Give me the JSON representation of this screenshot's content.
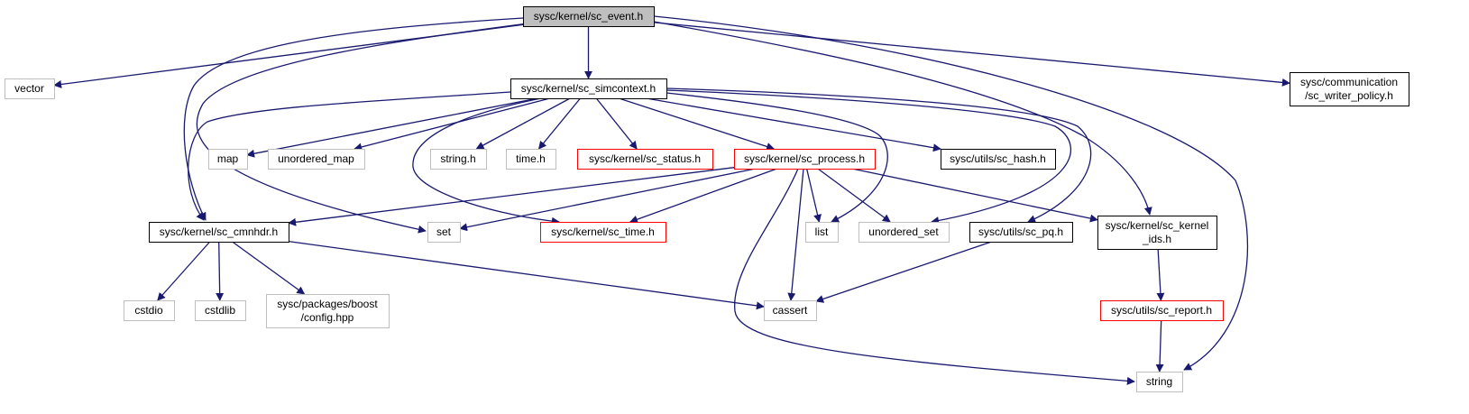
{
  "colors": {
    "edge": "#191970",
    "border_default": "#000000",
    "border_external": "#bfbfbf",
    "border_incomplete": "#ff0000",
    "fill_root": "#bfbfbf",
    "fill_default": "#ffffff"
  },
  "nodes": {
    "root": {
      "label": "sysc/kernel/sc_event.h",
      "kind": "root"
    },
    "vector": {
      "label": "vector",
      "kind": "external"
    },
    "simcontext": {
      "label": "sysc/kernel/sc_simcontext.h",
      "kind": "documented"
    },
    "writer_policy": {
      "lines": [
        "sysc/communication",
        "/sc_writer_policy.h"
      ],
      "kind": "documented"
    },
    "map": {
      "label": "map",
      "kind": "external"
    },
    "unordered_map": {
      "label": "unordered_map",
      "kind": "external"
    },
    "string_h": {
      "label": "string.h",
      "kind": "external"
    },
    "time_h": {
      "label": "time.h",
      "kind": "external"
    },
    "sc_status": {
      "label": "sysc/kernel/sc_status.h",
      "kind": "incomplete"
    },
    "sc_process": {
      "label": "sysc/kernel/sc_process.h",
      "kind": "incomplete"
    },
    "sc_hash": {
      "label": "sysc/utils/sc_hash.h",
      "kind": "documented"
    },
    "sc_cmnhdr": {
      "label": "sysc/kernel/sc_cmnhdr.h",
      "kind": "documented"
    },
    "set": {
      "label": "set",
      "kind": "external"
    },
    "sc_time": {
      "label": "sysc/kernel/sc_time.h",
      "kind": "incomplete"
    },
    "list": {
      "label": "list",
      "kind": "external"
    },
    "unordered_set": {
      "label": "unordered_set",
      "kind": "external"
    },
    "sc_pq": {
      "label": "sysc/utils/sc_pq.h",
      "kind": "documented"
    },
    "kernel_ids": {
      "lines": [
        "sysc/kernel/sc_kernel",
        "_ids.h"
      ],
      "kind": "documented"
    },
    "cstdio": {
      "label": "cstdio",
      "kind": "external"
    },
    "cstdlib": {
      "label": "cstdlib",
      "kind": "external"
    },
    "boost_config": {
      "lines": [
        "sysc/packages/boost",
        "/config.hpp"
      ],
      "kind": "external"
    },
    "cassert": {
      "label": "cassert",
      "kind": "external"
    },
    "sc_report": {
      "label": "sysc/utils/sc_report.h",
      "kind": "incomplete"
    },
    "string": {
      "label": "string",
      "kind": "external"
    }
  },
  "edges": [
    [
      "root",
      "vector"
    ],
    [
      "root",
      "simcontext"
    ],
    [
      "root",
      "writer_policy"
    ],
    [
      "root",
      "sc_cmnhdr"
    ],
    [
      "root",
      "set"
    ],
    [
      "root",
      "kernel_ids"
    ],
    [
      "root",
      "string"
    ],
    [
      "simcontext",
      "map"
    ],
    [
      "simcontext",
      "unordered_map"
    ],
    [
      "simcontext",
      "string_h"
    ],
    [
      "simcontext",
      "time_h"
    ],
    [
      "simcontext",
      "sc_status"
    ],
    [
      "simcontext",
      "sc_process"
    ],
    [
      "simcontext",
      "sc_hash"
    ],
    [
      "simcontext",
      "sc_cmnhdr"
    ],
    [
      "simcontext",
      "sc_time"
    ],
    [
      "simcontext",
      "list"
    ],
    [
      "simcontext",
      "unordered_set"
    ],
    [
      "simcontext",
      "sc_pq"
    ],
    [
      "sc_process",
      "sc_cmnhdr"
    ],
    [
      "sc_process",
      "set"
    ],
    [
      "sc_process",
      "sc_time"
    ],
    [
      "sc_process",
      "list"
    ],
    [
      "sc_process",
      "unordered_set"
    ],
    [
      "sc_process",
      "kernel_ids"
    ],
    [
      "sc_process",
      "cassert"
    ],
    [
      "sc_process",
      "string"
    ],
    [
      "sc_cmnhdr",
      "cstdio"
    ],
    [
      "sc_cmnhdr",
      "cstdlib"
    ],
    [
      "sc_cmnhdr",
      "boost_config"
    ],
    [
      "sc_cmnhdr",
      "cassert"
    ],
    [
      "sc_pq",
      "cassert"
    ],
    [
      "kernel_ids",
      "sc_report"
    ],
    [
      "sc_report",
      "string"
    ]
  ]
}
